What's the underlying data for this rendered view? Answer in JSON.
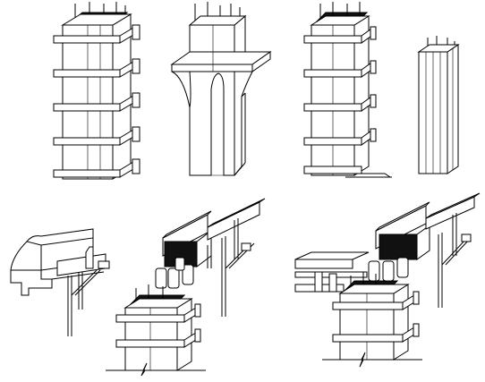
{
  "drawing": {
    "kind": "formwork-illustration",
    "label_text": "",
    "colors": {
      "line": "#000000",
      "background": "#ffffff",
      "rebar_mesh": "#111111"
    },
    "panels": [
      {
        "id": "formwork-column-with-ties"
      },
      {
        "id": "precast-column-with-corbel"
      },
      {
        "id": "formwork-column-with-base"
      },
      {
        "id": "slender-column-form"
      },
      {
        "id": "edge-beam-formwork"
      },
      {
        "id": "beam-column-joint-formwork"
      },
      {
        "id": "slab-beam-column-joint-formwork"
      }
    ]
  }
}
